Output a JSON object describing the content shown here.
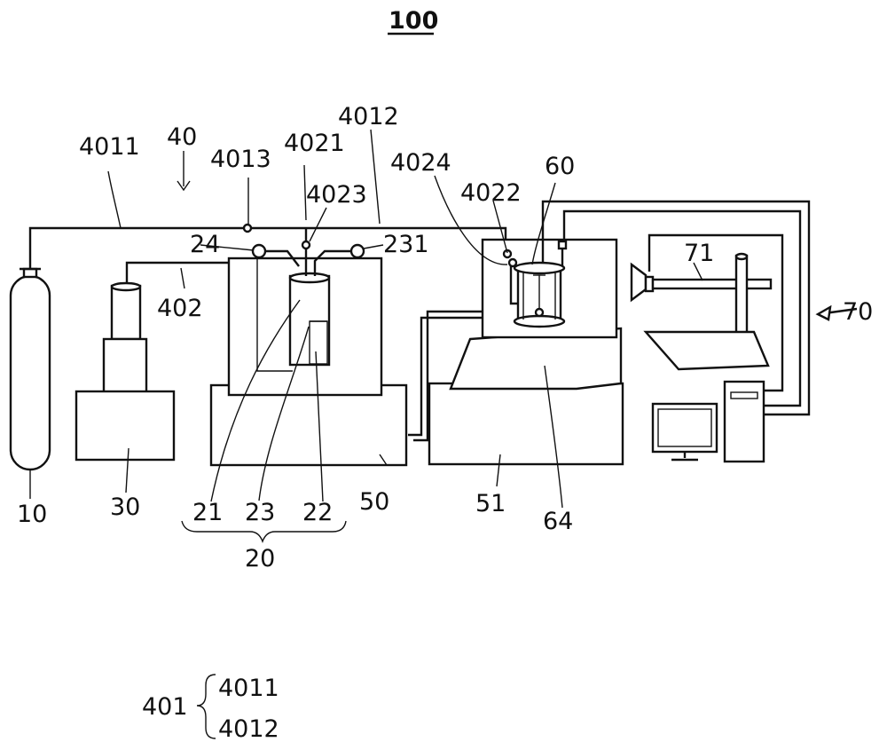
{
  "figure_number": "100",
  "labels": {
    "l10": "10",
    "l20": "20",
    "l21": "21",
    "l22": "22",
    "l23": "23",
    "l24": "24",
    "l30": "30",
    "l40": "40",
    "l50": "50",
    "l51": "51",
    "l60": "60",
    "l64": "64",
    "l70": "70",
    "l71": "71",
    "l231": "231",
    "l402": "402",
    "l4011": "4011",
    "l4012": "4012",
    "l4013": "4013",
    "l4021": "4021",
    "l4022": "4022",
    "l4023": "4023",
    "l4024": "4024"
  },
  "legend": {
    "group": "401",
    "members": [
      "4011",
      "4012"
    ]
  }
}
